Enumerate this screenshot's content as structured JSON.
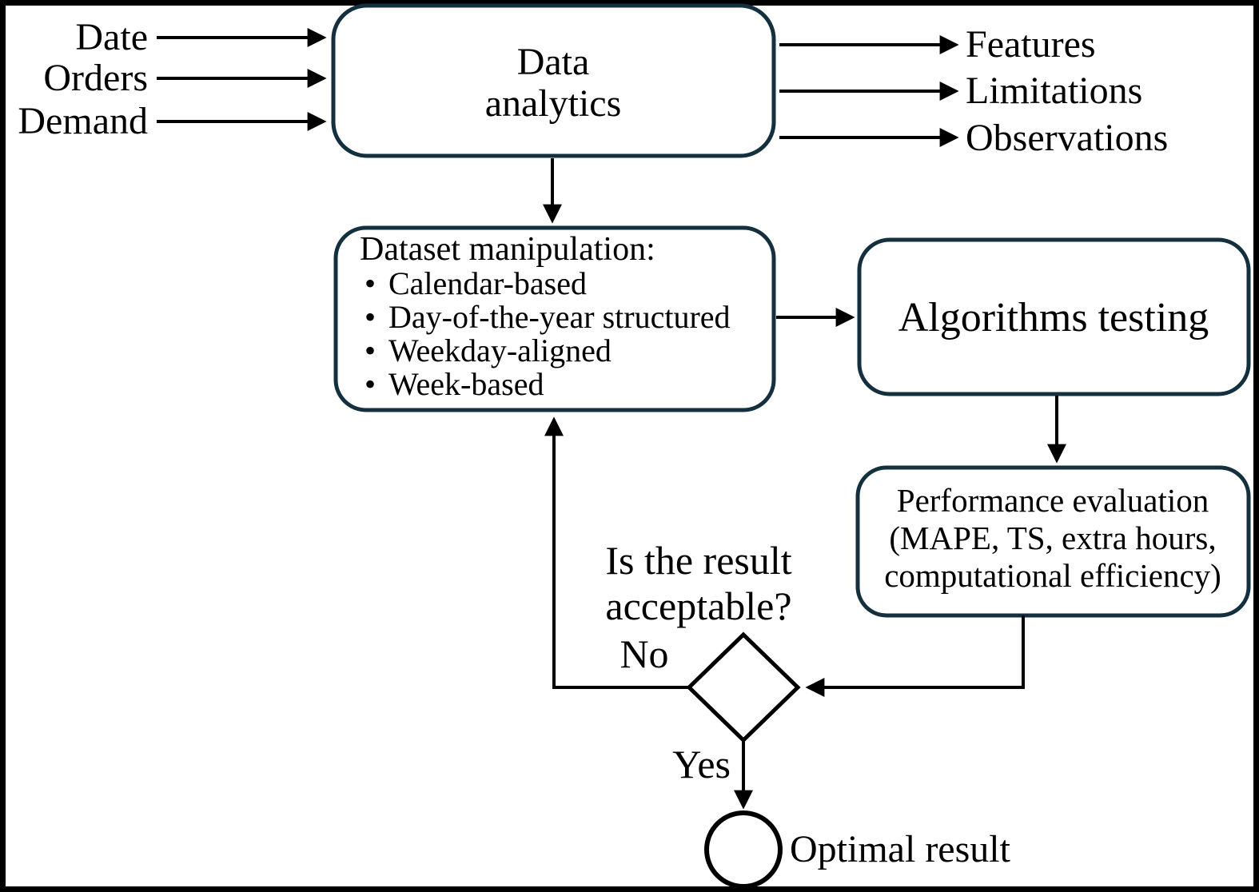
{
  "flow": {
    "inputs": [
      "Date",
      "Orders",
      "Demand"
    ],
    "outputs": [
      "Features",
      "Limitations",
      "Observations"
    ],
    "nodes": {
      "data_analytics": {
        "line1": "Data",
        "line2": "analytics"
      },
      "dataset_manipulation": {
        "title": "Dataset manipulation:",
        "bullet_glyph": "•",
        "items": [
          "Calendar-based",
          "Day-of-the-year structured",
          "Weekday-aligned",
          "Week-based"
        ]
      },
      "algorithms_testing": {
        "label": "Algorithms testing"
      },
      "performance_evaluation": {
        "lines": [
          "Performance evaluation",
          "(MAPE, TS, extra hours,",
          "computational efficiency)"
        ]
      }
    },
    "decision": {
      "question_line1": "Is the result",
      "question_line2": "acceptable?",
      "no_label": "No",
      "yes_label": "Yes"
    },
    "terminal": {
      "label": "Optimal result"
    }
  },
  "colors": {
    "box_border": "#14303e",
    "arrow": "#000000",
    "frame": "#000000",
    "background": "#ffffff"
  }
}
